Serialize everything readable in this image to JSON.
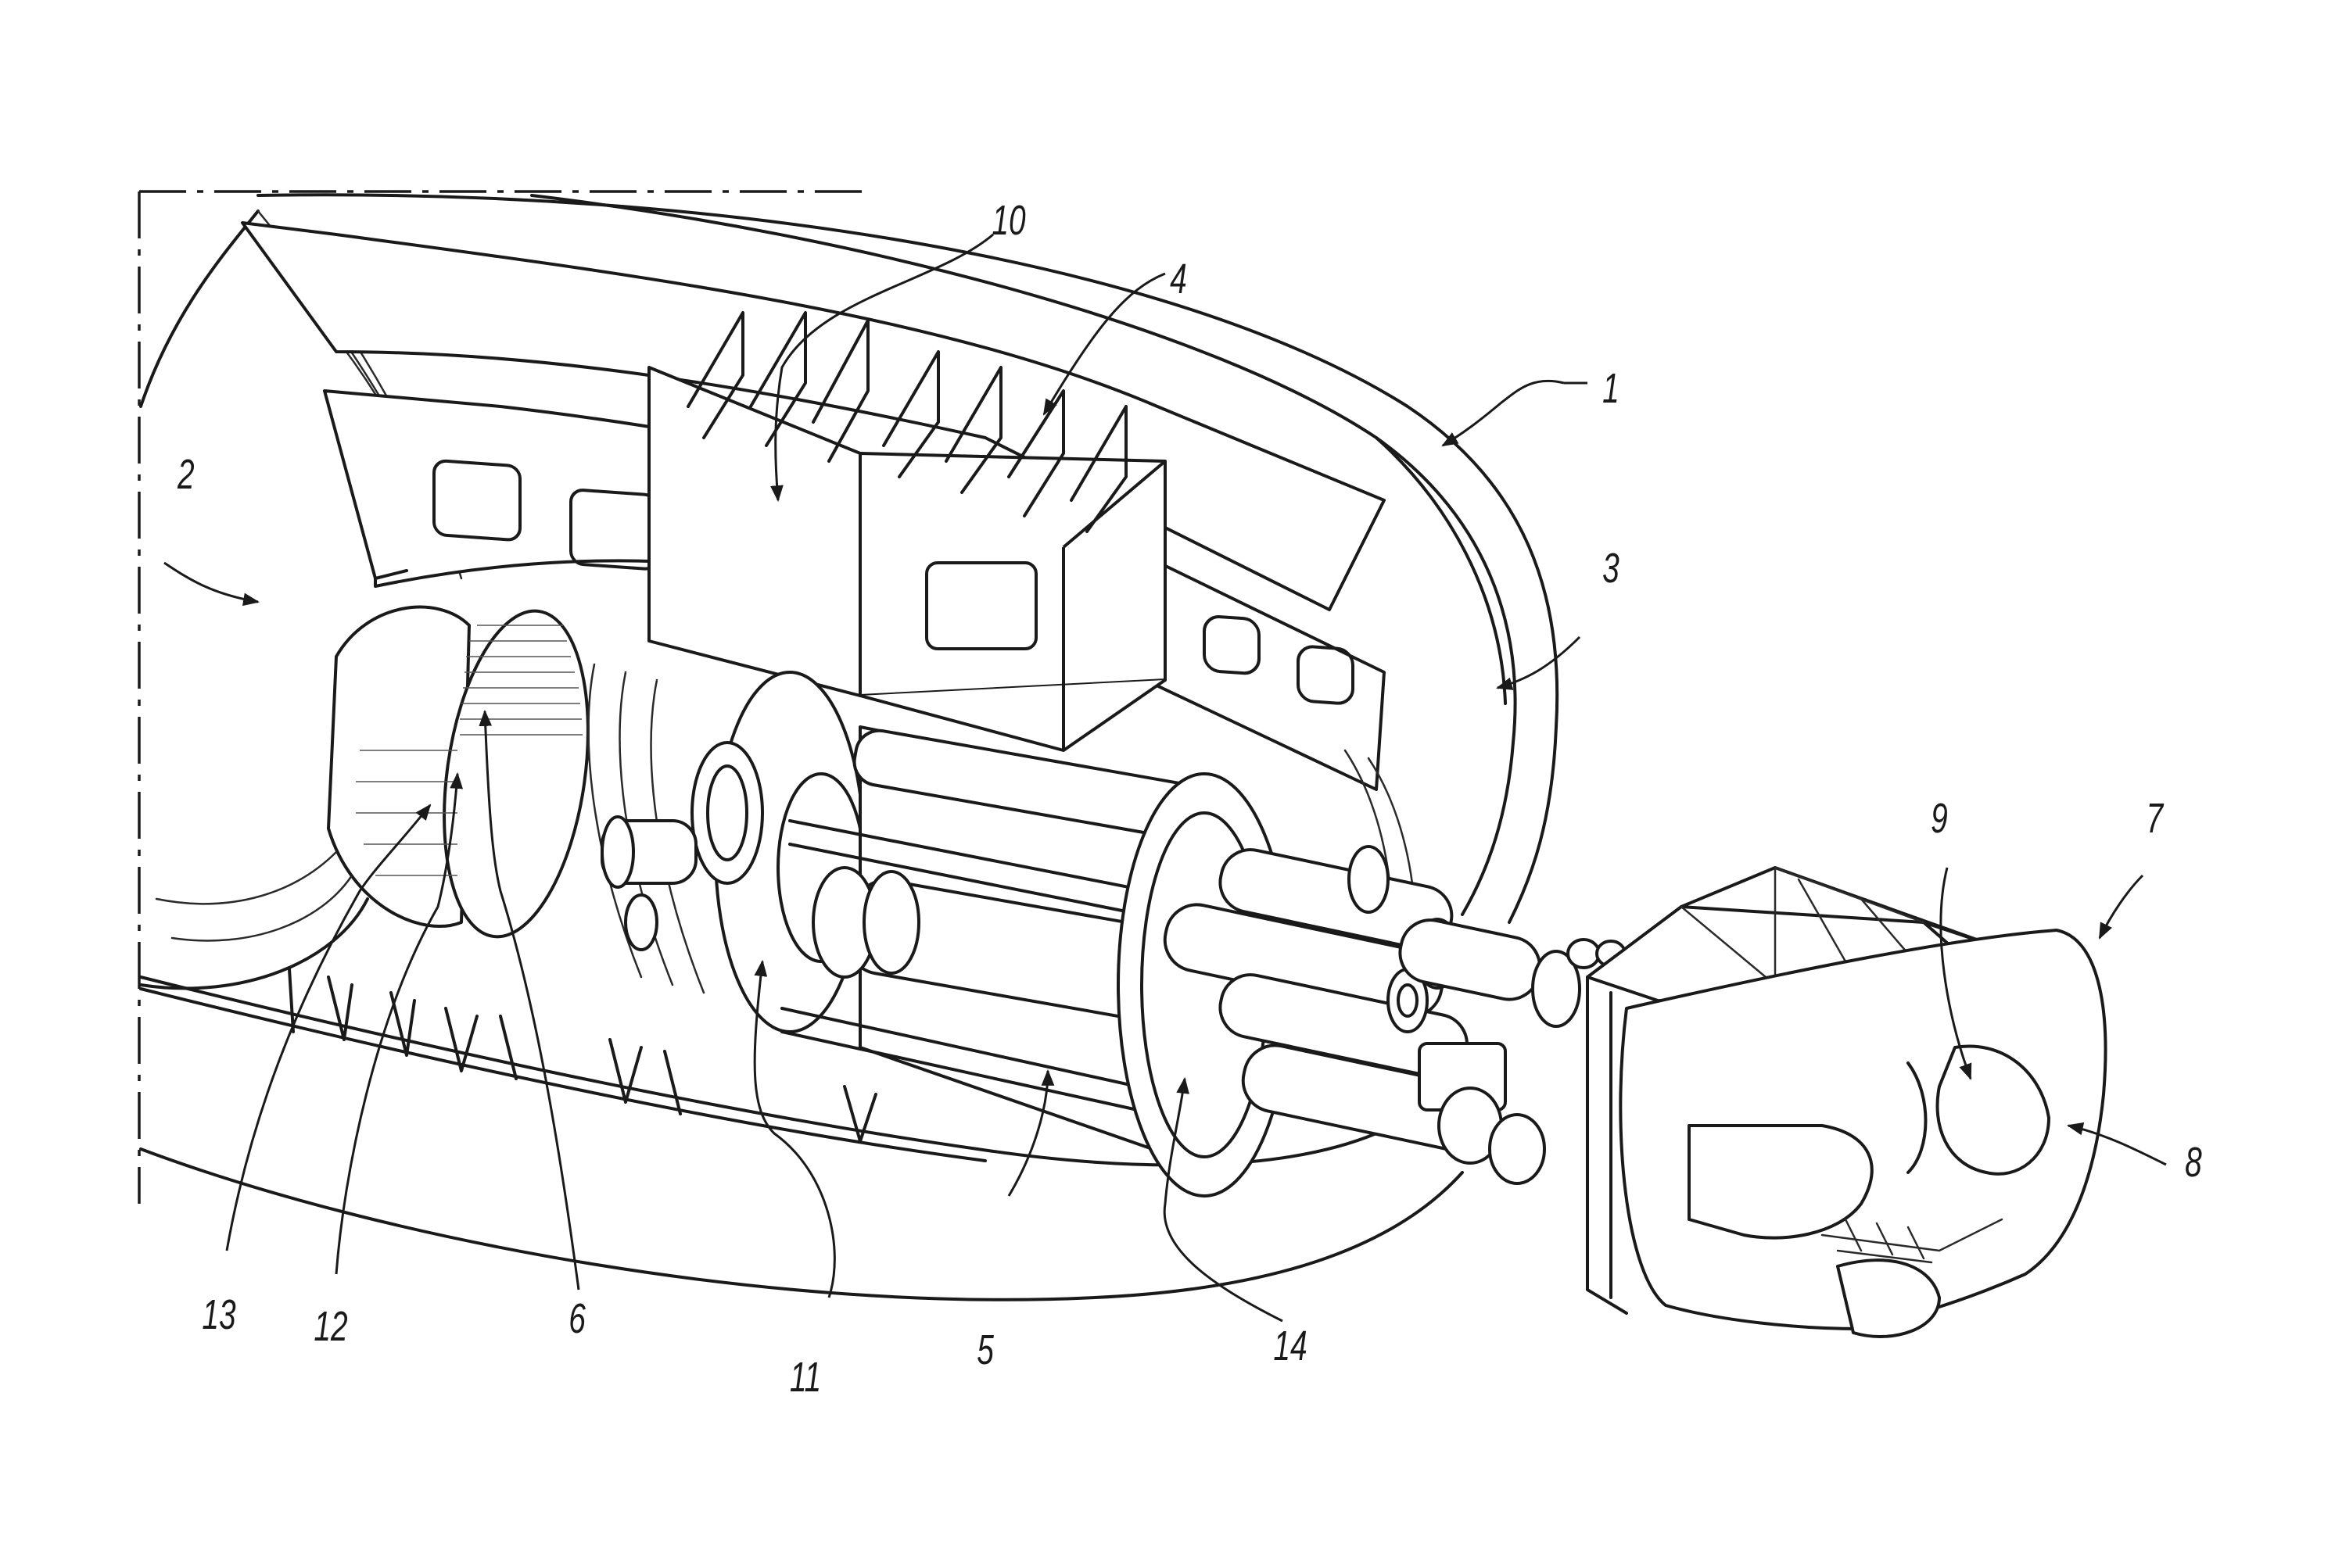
{
  "figure": {
    "reference_labels": {
      "assembly": "1",
      "front": "2",
      "fuselage": "3",
      "frame": "4",
      "rods": "5",
      "ring": "6",
      "rear_module": "7",
      "rear_opening": "8",
      "rear_opening_inner": "9",
      "upper_arrow": "10",
      "flange": "11",
      "lower_duct": "12",
      "duct_arrow": "13",
      "plate": "14"
    }
  }
}
